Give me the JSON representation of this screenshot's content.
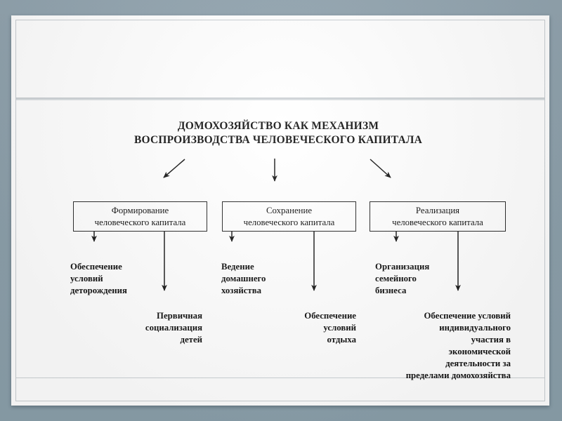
{
  "slide": {
    "title": "ДОМОХОЗЯЙСТВО КАК МЕХАНИЗМ\nВОСПРОИЗВОДСТВА ЧЕЛОВЕЧЕСКОГО КАПИТАЛА",
    "background_color": "#8fa2ad",
    "sheet_color": "#ffffff",
    "band_color": "#d4d9dc",
    "ink_color": "#141414"
  },
  "chart_data": {
    "type": "diagram",
    "title": "ДОМОХОЗЯЙСТВО КАК МЕХАНИЗМ ВОСПРОИЗВОДСТВА ЧЕЛОВЕЧЕСКОГО КАПИТАЛА",
    "orientation": "top-down",
    "levels": 3,
    "root": "ДОМОХОЗЯЙСТВО КАК МЕХАНИЗМ ВОСПРОИЗВОДСТВА ЧЕЛОВЕЧЕСКОГО КАПИТАЛА",
    "branches": [
      {
        "box": "Формирование\nчеловеческого капитала",
        "box_line1": "Формирование",
        "box_line2": "человеческого капитала",
        "leaves": [
          {
            "text": "Обеспечение\nусловий\nдеторождения",
            "align": "left",
            "bold": true
          },
          {
            "text": "Первичная\nсоциализация\nдетей",
            "align": "right",
            "bold": true
          }
        ]
      },
      {
        "box": "Сохранение\nчеловеческого капитала",
        "box_line1": "Сохранение",
        "box_line2": "человеческого капитала",
        "leaves": [
          {
            "text": "Ведение\nдомашнего\nхозяйства",
            "align": "left",
            "bold": true
          },
          {
            "text": "Обеспечение\nусловий\nотдыха",
            "align": "right",
            "bold": true
          }
        ]
      },
      {
        "box": "Реализация\nчеловеческого капитала",
        "box_line1": "Реализация",
        "box_line2": "человеческого капитала",
        "leaves": [
          {
            "text": "Организация\nсемейного\nбизнеса",
            "align": "left",
            "bold": true
          },
          {
            "text": "Обеспечение условий\nиндивидуального\nучастия в\nэкономической\nдеятельности за\nпределами домохозяйства",
            "align": "right",
            "bold": true
          }
        ]
      }
    ],
    "connectors": [
      {
        "name": "title-to-box-0",
        "style": "diagonal-down-left",
        "from": [
          263,
          227
        ],
        "to": [
          232,
          254
        ]
      },
      {
        "name": "title-to-box-1",
        "style": "vertical-down",
        "from": [
          391,
          226
        ],
        "to": [
          391,
          259
        ]
      },
      {
        "name": "title-to-box-2",
        "style": "diagonal-down-right",
        "from": [
          527,
          227
        ],
        "to": [
          556,
          254
        ]
      },
      {
        "name": "box-0-to-leaf-0",
        "style": "vertical-down",
        "from": [
          134,
          312
        ],
        "to": [
          134,
          345
        ]
      },
      {
        "name": "box-0-to-leaf-1",
        "style": "vertical-down",
        "from": [
          234,
          312
        ],
        "to": [
          234,
          415
        ]
      },
      {
        "name": "box-1-to-leaf-0",
        "style": "vertical-down",
        "from": [
          330,
          312
        ],
        "to": [
          330,
          345
        ]
      },
      {
        "name": "box-1-to-leaf-1",
        "style": "vertical-down",
        "from": [
          447,
          312
        ],
        "to": [
          447,
          415
        ]
      },
      {
        "name": "box-2-to-leaf-0",
        "style": "vertical-down",
        "from": [
          564,
          312
        ],
        "to": [
          564,
          345
        ]
      },
      {
        "name": "box-2-to-leaf-1",
        "style": "vertical-down",
        "from": [
          652,
          312
        ],
        "to": [
          652,
          415
        ]
      }
    ]
  }
}
